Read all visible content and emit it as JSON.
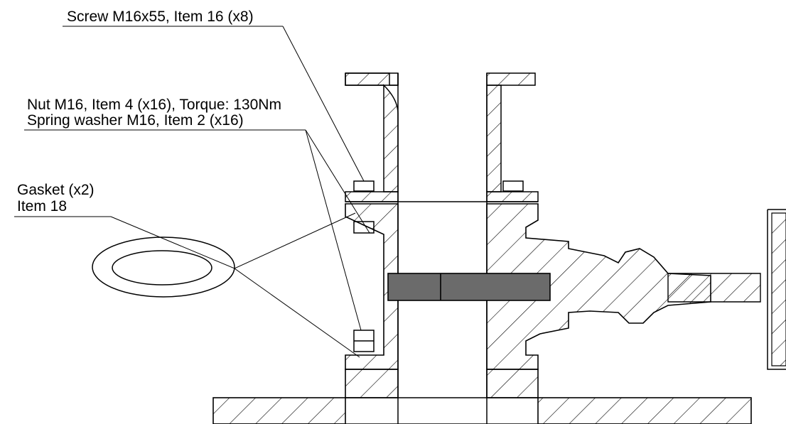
{
  "labels": {
    "screw": "Screw M16x55, Item 16 (x8)",
    "nut": "Nut M16, Item 4 (x16), Torque: 130Nm",
    "washer": "Spring washer M16, Item 2 (x16)",
    "gasket_line1": "Gasket (x2)",
    "gasket_line2": "Item 18"
  },
  "colors": {
    "line": "#000000",
    "background": "#ffffff",
    "bar_fill": "#6b6b6b"
  }
}
